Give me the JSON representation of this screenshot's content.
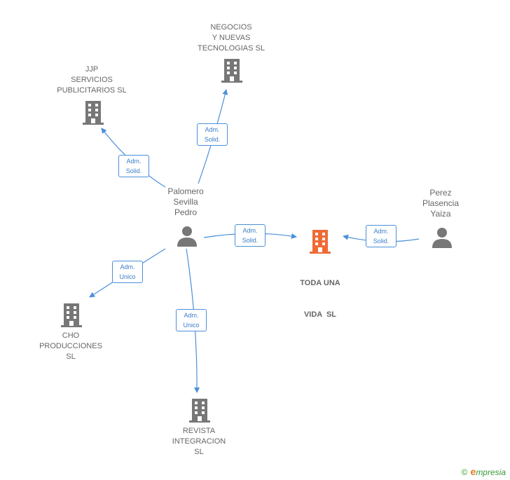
{
  "nodes": {
    "negocios": {
      "lines": [
        "NEGOCIOS",
        "Y NUEVAS",
        "TECNOLOGIAS SL"
      ],
      "icon": "building-icon",
      "color": "#777777"
    },
    "jjp": {
      "lines": [
        "JJP",
        "SERVICIOS",
        "PUBLICITARIOS SL"
      ],
      "icon": "building-icon",
      "color": "#777777"
    },
    "palomero": {
      "lines": [
        "Palomero",
        "Sevilla",
        "Pedro"
      ],
      "icon": "person-icon",
      "color": "#777777"
    },
    "perez": {
      "lines": [
        "Perez",
        "Plasencia",
        "Yaiza"
      ],
      "icon": "person-icon",
      "color": "#777777"
    },
    "toda": {
      "lines": [
        "TODA UNA",
        "VIDA  SL"
      ],
      "icon": "building-icon",
      "color": "#f06a35"
    },
    "cho": {
      "lines": [
        "CHO",
        "PRODUCCIONES",
        "SL"
      ],
      "icon": "building-icon",
      "color": "#777777"
    },
    "revista": {
      "lines": [
        "REVISTA",
        "INTEGRACION",
        "SL"
      ],
      "icon": "building-icon",
      "color": "#777777"
    }
  },
  "edges": {
    "to_negocios": [
      "Adm.",
      "Solid."
    ],
    "to_jjp": [
      "Adm.",
      "Solid."
    ],
    "to_toda_from_palomero": [
      "Adm.",
      "Solid."
    ],
    "to_toda_from_perez": [
      "Adm.",
      "Solid."
    ],
    "to_cho": [
      "Adm.",
      "Unico"
    ],
    "to_revista": [
      "Adm.",
      "Unico"
    ]
  },
  "brand": {
    "copyright": "©",
    "initial": "e",
    "name": "mpresia"
  },
  "colors": {
    "edge": "#4a90d9",
    "focus": "#f06a35",
    "node": "#777777"
  }
}
